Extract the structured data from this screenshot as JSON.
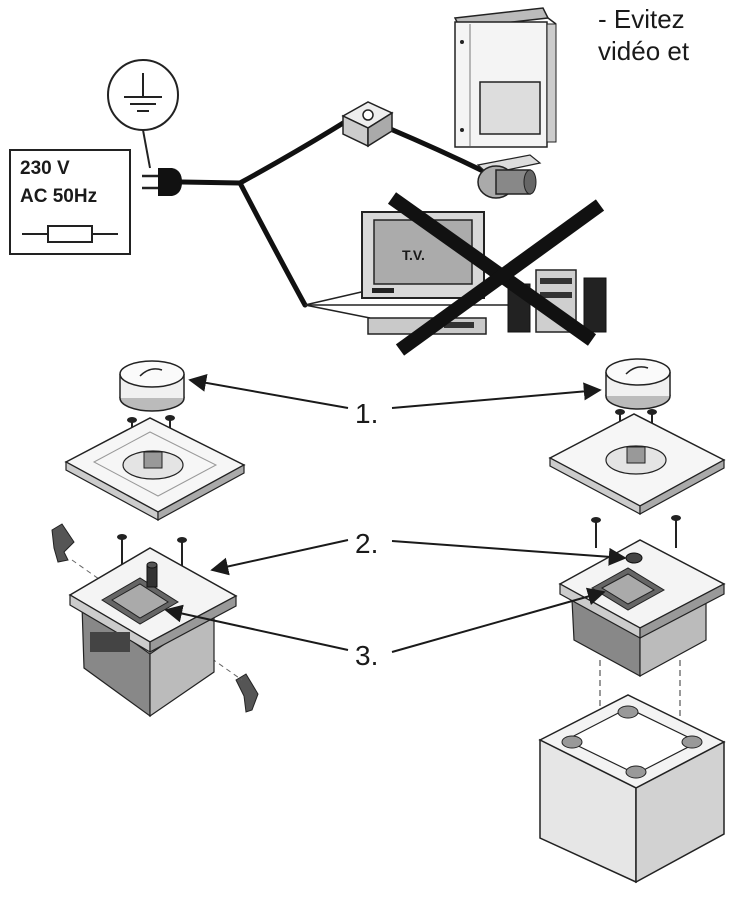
{
  "header": {
    "warning_line1": "- Evitez",
    "warning_line2": "vidéo et"
  },
  "supply": {
    "voltage": "230 V",
    "frequency": "AC 50Hz"
  },
  "appliances": {
    "tv_label": "T.V."
  },
  "callouts": {
    "one": "1.",
    "two": "2.",
    "three": "3."
  },
  "icons": [
    "earth-ground-icon",
    "fuse-icon",
    "plug-icon",
    "switch-box-icon",
    "ventilation-unit-icon",
    "fan-motor-icon",
    "tv-icon",
    "vcr-icon",
    "computer-tower-icon",
    "prohibited-cross-icon"
  ]
}
